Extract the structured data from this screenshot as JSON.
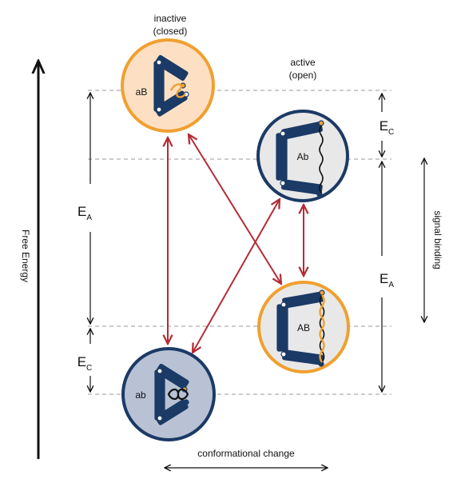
{
  "labels": {
    "inactive": "inactive",
    "closed": "(closed)",
    "active": "active",
    "open": "(open)",
    "free_energy": "Free Energy",
    "signal_binding": "signal binding",
    "conformational_change": "conformational change"
  },
  "energy_labels": {
    "ea_main": "E",
    "ea_sub": "A",
    "ec_main": "E",
    "ec_sub": "C"
  },
  "states": {
    "aB": "aB",
    "Ab": "Ab",
    "AB": "AB",
    "ab": "ab"
  },
  "colors": {
    "orange": "#f0a030",
    "orange_fill": "#fde0c4",
    "navy": "#1b3a66",
    "gray_fill": "#e8e8e8",
    "blue_fill": "#b8c2d4",
    "red": "#b52b35",
    "dashed": "#999999"
  }
}
